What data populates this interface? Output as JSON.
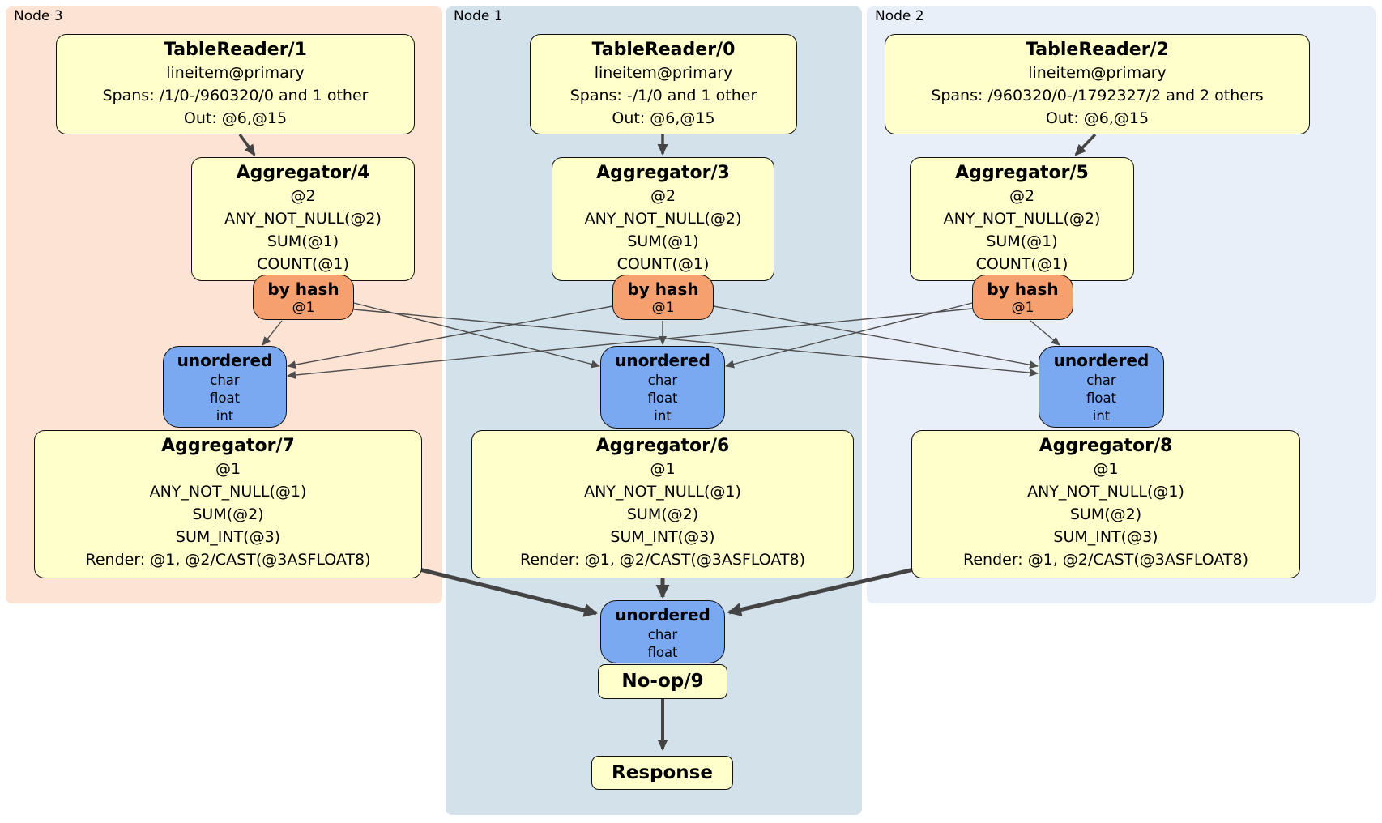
{
  "panels": {
    "node3": {
      "label": "Node 3"
    },
    "node1": {
      "label": "Node 1"
    },
    "node2": {
      "label": "Node 2"
    }
  },
  "nodes": {
    "tablereader1": {
      "title": "TableReader/1",
      "lines": [
        "lineitem@primary",
        "Spans: /1/0-/960320/0 and 1 other",
        "Out: @6,@15"
      ]
    },
    "tablereader0": {
      "title": "TableReader/0",
      "lines": [
        "lineitem@primary",
        "Spans: -/1/0 and 1 other",
        "Out: @6,@15"
      ]
    },
    "tablereader2": {
      "title": "TableReader/2",
      "lines": [
        "lineitem@primary",
        "Spans: /960320/0-/1792327/2 and 2 others",
        "Out: @6,@15"
      ]
    },
    "aggregator4": {
      "title": "Aggregator/4",
      "lines": [
        "@2",
        "ANY_NOT_NULL(@2)",
        "SUM(@1)",
        "COUNT(@1)"
      ]
    },
    "aggregator3": {
      "title": "Aggregator/3",
      "lines": [
        "@2",
        "ANY_NOT_NULL(@2)",
        "SUM(@1)",
        "COUNT(@1)"
      ]
    },
    "aggregator5": {
      "title": "Aggregator/5",
      "lines": [
        "@2",
        "ANY_NOT_NULL(@2)",
        "SUM(@1)",
        "COUNT(@1)"
      ]
    },
    "router_node3": {
      "title": "by hash",
      "lines": [
        "@1"
      ]
    },
    "router_node1": {
      "title": "by hash",
      "lines": [
        "@1"
      ]
    },
    "router_node2": {
      "title": "by hash",
      "lines": [
        "@1"
      ]
    },
    "sync_node3": {
      "title": "unordered",
      "lines": [
        "char",
        "float",
        "int"
      ]
    },
    "sync_node1": {
      "title": "unordered",
      "lines": [
        "char",
        "float",
        "int"
      ]
    },
    "sync_node2": {
      "title": "unordered",
      "lines": [
        "char",
        "float",
        "int"
      ]
    },
    "aggregator7": {
      "title": "Aggregator/7",
      "lines": [
        "@1",
        "ANY_NOT_NULL(@1)",
        "SUM(@2)",
        "SUM_INT(@3)",
        "Render: @1, @2/CAST(@3ASFLOAT8)"
      ]
    },
    "aggregator6": {
      "title": "Aggregator/6",
      "lines": [
        "@1",
        "ANY_NOT_NULL(@1)",
        "SUM(@2)",
        "SUM_INT(@3)",
        "Render: @1, @2/CAST(@3ASFLOAT8)"
      ]
    },
    "aggregator8": {
      "title": "Aggregator/8",
      "lines": [
        "@1",
        "ANY_NOT_NULL(@1)",
        "SUM(@2)",
        "SUM_INT(@3)",
        "Render: @1, @2/CAST(@3ASFLOAT8)"
      ]
    },
    "sync_final": {
      "title": "unordered",
      "lines": [
        "char",
        "float"
      ]
    },
    "noop": {
      "title": "No-op/9"
    },
    "response": {
      "title": "Response"
    }
  },
  "edges": [
    {
      "from": "TableReader/1",
      "to": "Aggregator/4",
      "kind": "flow"
    },
    {
      "from": "TableReader/0",
      "to": "Aggregator/3",
      "kind": "flow"
    },
    {
      "from": "TableReader/2",
      "to": "Aggregator/5",
      "kind": "flow"
    },
    {
      "from": "by hash (Node 3)",
      "to": "unordered (Node 3)",
      "kind": "hash-route"
    },
    {
      "from": "by hash (Node 3)",
      "to": "unordered (Node 1)",
      "kind": "hash-route"
    },
    {
      "from": "by hash (Node 3)",
      "to": "unordered (Node 2)",
      "kind": "hash-route"
    },
    {
      "from": "by hash (Node 1)",
      "to": "unordered (Node 3)",
      "kind": "hash-route"
    },
    {
      "from": "by hash (Node 1)",
      "to": "unordered (Node 1)",
      "kind": "hash-route"
    },
    {
      "from": "by hash (Node 1)",
      "to": "unordered (Node 2)",
      "kind": "hash-route"
    },
    {
      "from": "by hash (Node 2)",
      "to": "unordered (Node 3)",
      "kind": "hash-route"
    },
    {
      "from": "by hash (Node 2)",
      "to": "unordered (Node 1)",
      "kind": "hash-route"
    },
    {
      "from": "by hash (Node 2)",
      "to": "unordered (Node 2)",
      "kind": "hash-route"
    },
    {
      "from": "Aggregator/7",
      "to": "unordered (final)",
      "kind": "flow"
    },
    {
      "from": "Aggregator/6",
      "to": "unordered (final)",
      "kind": "flow"
    },
    {
      "from": "Aggregator/8",
      "to": "unordered (final)",
      "kind": "flow"
    },
    {
      "from": "No-op/9",
      "to": "Response",
      "kind": "flow"
    }
  ],
  "colors": {
    "node3_bg": "#fce3d3",
    "node1_bg": "#d3e1eb",
    "node2_bg": "#e9eff9",
    "box_bg": "#ffffcb",
    "router_bg": "#f5a06e",
    "sync_bg": "#7aa9f2",
    "edge_thin": "#4d4d4d",
    "edge_thick": "#444444"
  }
}
